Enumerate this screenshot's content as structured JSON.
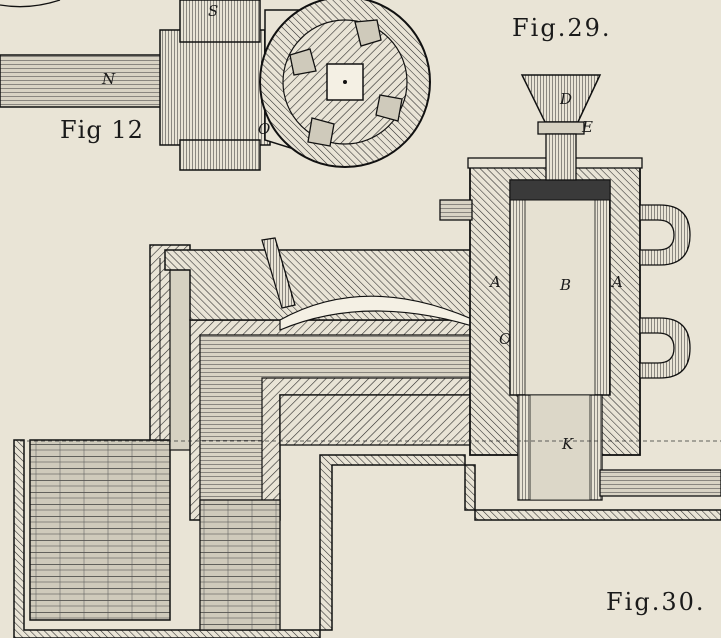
{
  "figures": {
    "fig12": "Fig 12",
    "fig29": "Fig.29.",
    "fig30": "Fig.30."
  },
  "labels": {
    "S": "S",
    "N": "N",
    "O_fig12": "O",
    "A_left": "A",
    "B": "B",
    "A_right": "A",
    "D": "D",
    "E": "E",
    "O_fig30": "O",
    "K": "K"
  },
  "colors": {
    "paper": "#e9e4d6",
    "ink": "#1a1a1a",
    "hatch": "#2a2a2a"
  }
}
